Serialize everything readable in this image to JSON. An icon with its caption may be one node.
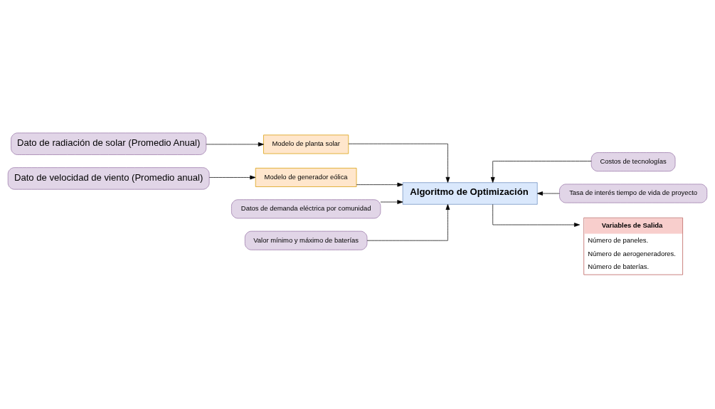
{
  "diagram": {
    "nodes": [
      {
        "text": [
          "Dato de radiación de solar (Promedio Anual)"
        ]
      },
      {
        "text": [
          "Dato de velocidad de viento (Promedio anual)"
        ]
      },
      {
        "text": [
          "Modelo de planta solar"
        ]
      },
      {
        "text": [
          "Modelo de generador eólica"
        ]
      },
      {
        "text": [
          "Datos de demanda eléctrica por comunidad"
        ]
      },
      {
        "text": [
          "Valor mínimo y máximo de baterías"
        ]
      },
      {
        "text": [
          "Algoritmo de Optimización"
        ]
      },
      {
        "text": [
          "Costos de tecnologías"
        ]
      },
      {
        "text": [
          "Tasa de interés tiempo de vida de proyecto"
        ]
      },
      {
        "text": [
          "Variables de Salida",
          "Número de paneles.",
          "Número de aerogeneradores.",
          "Número de baterías."
        ]
      }
    ],
    "edges": [
      {
        "from": 0,
        "to": 2,
        "arrow": "to"
      },
      {
        "from": 1,
        "to": 3,
        "arrow": "to"
      },
      {
        "from": 2,
        "to": 6,
        "arrow": "to"
      },
      {
        "from": 3,
        "to": 6,
        "arrow": "to"
      },
      {
        "from": 4,
        "to": 6,
        "arrow": "to"
      },
      {
        "from": 5,
        "to": 6,
        "arrow": "to"
      },
      {
        "from": 7,
        "to": 6,
        "arrow": "to"
      },
      {
        "from": 8,
        "to": 6,
        "arrow": "to"
      },
      {
        "from": 6,
        "to": 9,
        "arrow": "to"
      }
    ]
  }
}
